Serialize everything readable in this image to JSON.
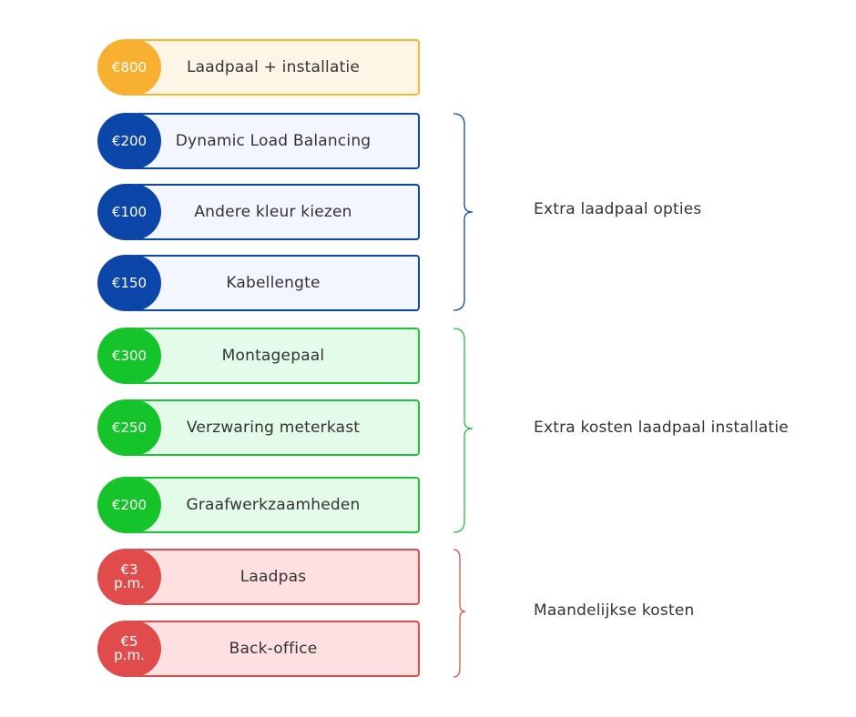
{
  "items": [
    {
      "price": "€800",
      "label": "Laadpaal + installatie",
      "group": "base"
    },
    {
      "price": "€200",
      "label": "Dynamic Load Balancing",
      "group": "extra_opties"
    },
    {
      "price": "€100",
      "label": "Andere kleur kiezen",
      "group": "extra_opties"
    },
    {
      "price": "€150",
      "label": "Kabellengte",
      "group": "extra_opties"
    },
    {
      "price": "€300",
      "label": "Montagepaal",
      "group": "installatie"
    },
    {
      "price": "€250",
      "label": "Verzwaring meterkast",
      "group": "installatie"
    },
    {
      "price": "€200",
      "label": "Graafwerkzaamheden",
      "group": "installatie"
    },
    {
      "price_line1": "€3",
      "price_line2": "p.m.",
      "label": "Laadpas",
      "group": "maandelijks"
    },
    {
      "price_line1": "€5",
      "price_line2": "p.m.",
      "label": "Back-office",
      "group": "maandelijks"
    }
  ],
  "groups": {
    "extra_opties": {
      "label": "Extra laadpaal opties",
      "color": "#0b46a8"
    },
    "installatie": {
      "label": "Extra kosten laadpaal installatie",
      "color": "#1fc33a"
    },
    "maandelijks": {
      "label": "Maandelijkse kosten",
      "color": "#e04b4b"
    }
  },
  "colors": {
    "base": "#f7b02f",
    "extra_opties": "#0b46a8",
    "installatie": "#15c32a",
    "maandelijks": "#e04b4b"
  }
}
